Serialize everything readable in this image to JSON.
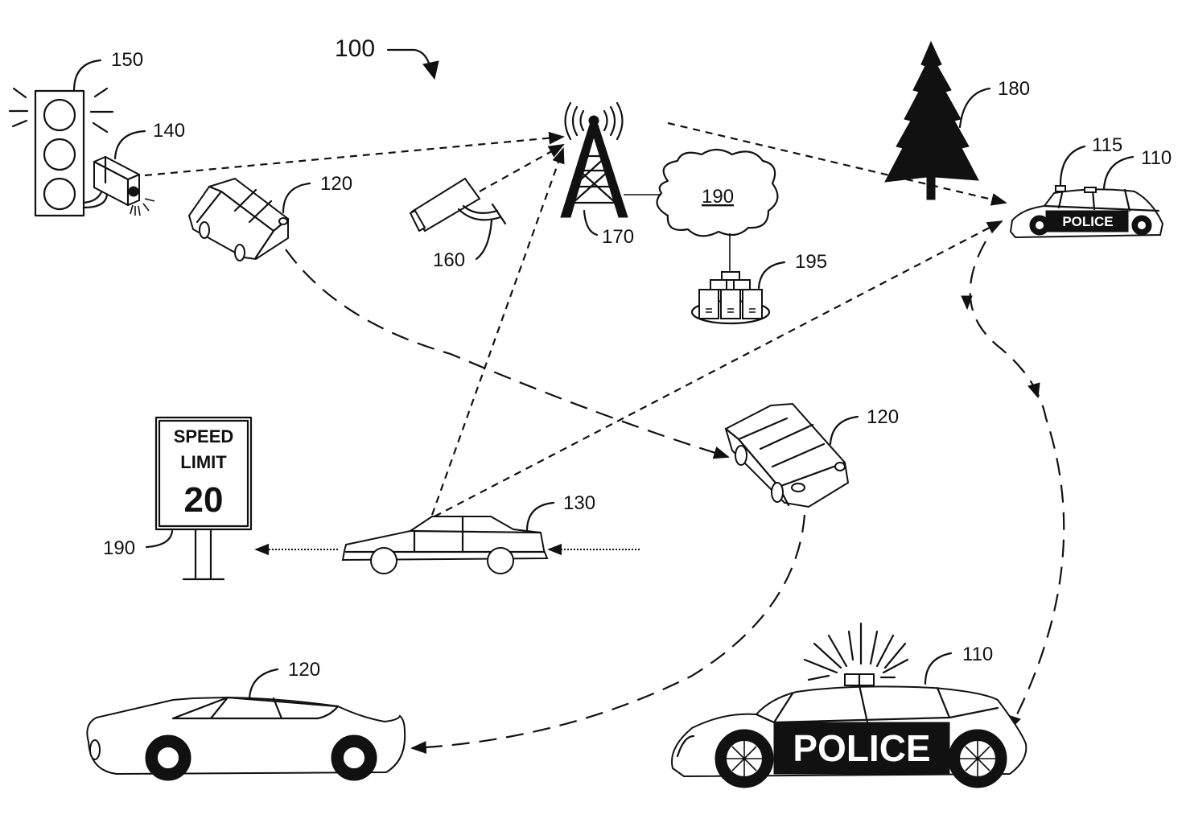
{
  "figure": {
    "number": "100",
    "colors": {
      "ink": "#111111",
      "background": "#ffffff"
    }
  },
  "labels": {
    "traffic_light": "150",
    "traffic_camera": "140",
    "vehicle_top_left": "120",
    "surveillance_camera": "160",
    "cell_tower": "170",
    "network_cloud": "190",
    "server_cluster": "195",
    "tree": "180",
    "police_car_small_light": "115",
    "police_car_small": "110",
    "vehicle_middle_right": "120",
    "target_vehicle": "130",
    "speed_sign": "190",
    "vehicle_bottom_left": "120",
    "police_car_large": "110"
  },
  "speed_sign": {
    "line1": "SPEED",
    "line2": "LIMIT",
    "value": "20"
  },
  "police_car_large": {
    "text": "POLICE"
  },
  "police_car_small": {
    "text": "POLICE"
  }
}
